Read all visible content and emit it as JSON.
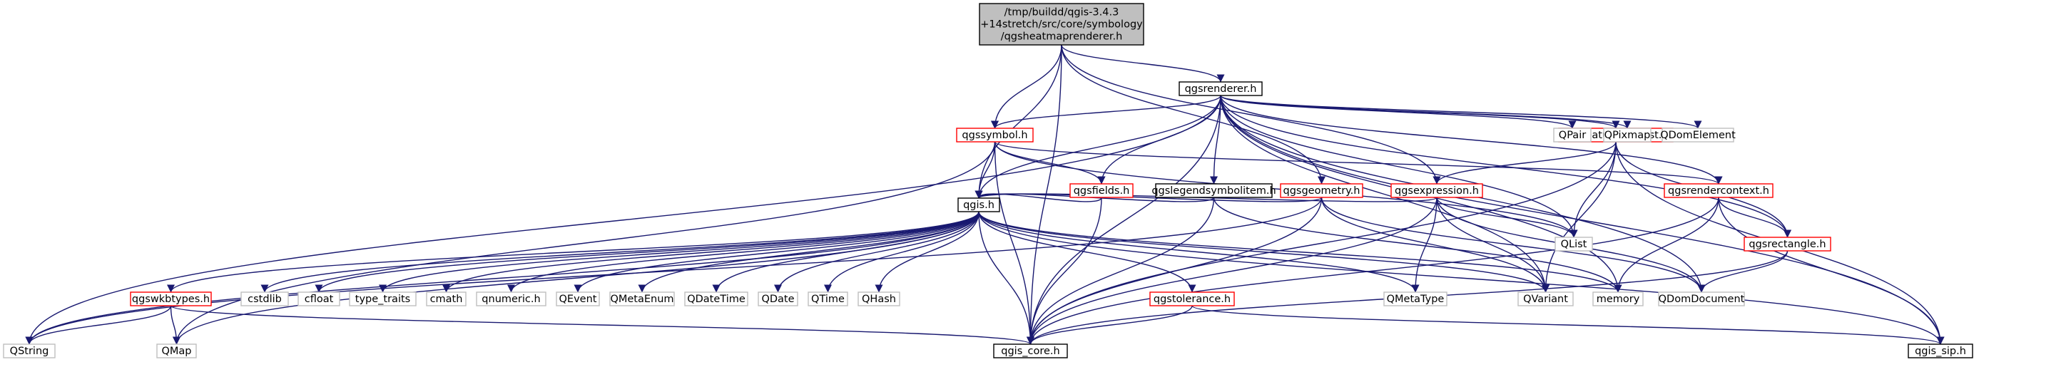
{
  "diagram": {
    "title": "Include dependency graph for qgsheatmaprenderer.h",
    "edge_color": "#191970",
    "nodes": [
      {
        "id": "root",
        "lines": [
          "/tmp/buildd/qgis-3.4.3",
          "+14stretch/src/core/symbology",
          "/qgsheatmaprenderer.h"
        ],
        "style": "focus"
      },
      {
        "id": "qgsrenderer_h",
        "lines": [
          "qgsrenderer.h"
        ],
        "style": "normal"
      },
      {
        "id": "qgssymbol_h",
        "lines": [
          "qgssymbol.h"
        ],
        "style": "red"
      },
      {
        "id": "qgsfeaturerequest_h",
        "lines": [
          "qgsfeaturerequest.h"
        ],
        "style": "red"
      },
      {
        "id": "QPair",
        "lines": [
          "QPair"
        ],
        "style": "gray"
      },
      {
        "id": "QPixmap",
        "lines": [
          "QPixmap"
        ],
        "style": "gray"
      },
      {
        "id": "QDomElement",
        "lines": [
          "QDomElement"
        ],
        "style": "gray"
      },
      {
        "id": "qgsfields_h",
        "lines": [
          "qgsfields.h"
        ],
        "style": "red"
      },
      {
        "id": "qgslegendsymbolitem_h",
        "lines": [
          "qgslegendsymbolitem.h"
        ],
        "style": "normal"
      },
      {
        "id": "qgsgeometry_h",
        "lines": [
          "qgsgeometry.h"
        ],
        "style": "red"
      },
      {
        "id": "qgsexpression_h",
        "lines": [
          "qgsexpression.h"
        ],
        "style": "red"
      },
      {
        "id": "qgsrendercontext_h",
        "lines": [
          "qgsrendercontext.h"
        ],
        "style": "red"
      },
      {
        "id": "qgis_h",
        "lines": [
          "qgis.h"
        ],
        "style": "normal"
      },
      {
        "id": "QList",
        "lines": [
          "QList"
        ],
        "style": "gray"
      },
      {
        "id": "qgsrectangle_h",
        "lines": [
          "qgsrectangle.h"
        ],
        "style": "red"
      },
      {
        "id": "qgswkbtypes_h",
        "lines": [
          "qgswkbtypes.h"
        ],
        "style": "red"
      },
      {
        "id": "cstdlib",
        "lines": [
          "cstdlib"
        ],
        "style": "gray"
      },
      {
        "id": "cfloat",
        "lines": [
          "cfloat"
        ],
        "style": "gray"
      },
      {
        "id": "type_traits",
        "lines": [
          "type_traits"
        ],
        "style": "gray"
      },
      {
        "id": "cmath",
        "lines": [
          "cmath"
        ],
        "style": "gray"
      },
      {
        "id": "qnumeric_h",
        "lines": [
          "qnumeric.h"
        ],
        "style": "gray"
      },
      {
        "id": "QEvent",
        "lines": [
          "QEvent"
        ],
        "style": "gray"
      },
      {
        "id": "QMetaEnum",
        "lines": [
          "QMetaEnum"
        ],
        "style": "gray"
      },
      {
        "id": "QDateTime",
        "lines": [
          "QDateTime"
        ],
        "style": "gray"
      },
      {
        "id": "QDate",
        "lines": [
          "QDate"
        ],
        "style": "gray"
      },
      {
        "id": "QTime",
        "lines": [
          "QTime"
        ],
        "style": "gray"
      },
      {
        "id": "QHash",
        "lines": [
          "QHash"
        ],
        "style": "gray"
      },
      {
        "id": "qgstolerance_h",
        "lines": [
          "qgstolerance.h"
        ],
        "style": "red"
      },
      {
        "id": "QMetaType",
        "lines": [
          "QMetaType"
        ],
        "style": "gray"
      },
      {
        "id": "QVariant",
        "lines": [
          "QVariant"
        ],
        "style": "gray"
      },
      {
        "id": "memory",
        "lines": [
          "memory"
        ],
        "style": "gray"
      },
      {
        "id": "QDomDocument",
        "lines": [
          "QDomDocument"
        ],
        "style": "gray"
      },
      {
        "id": "QString",
        "lines": [
          "QString"
        ],
        "style": "gray"
      },
      {
        "id": "QMap",
        "lines": [
          "QMap"
        ],
        "style": "gray"
      },
      {
        "id": "qgis_core_h",
        "lines": [
          "qgis_core.h"
        ],
        "style": "normal"
      },
      {
        "id": "qgis_sip_h",
        "lines": [
          "qgis_sip.h"
        ],
        "style": "normal"
      }
    ],
    "edges": [
      [
        "root",
        "qgsrenderer_h"
      ],
      [
        "root",
        "qgssymbol_h"
      ],
      [
        "root",
        "qgis_h"
      ],
      [
        "root",
        "qgsgeometry_h"
      ],
      [
        "root",
        "qgsexpression_h"
      ],
      [
        "root",
        "qgis_core_h"
      ],
      [
        "qgsrenderer_h",
        "qgssymbol_h"
      ],
      [
        "qgsrenderer_h",
        "qgsfeaturerequest_h"
      ],
      [
        "qgsrenderer_h",
        "QPair"
      ],
      [
        "qgsrenderer_h",
        "QPixmap"
      ],
      [
        "qgsrenderer_h",
        "QDomElement"
      ],
      [
        "qgsrenderer_h",
        "qgsfields_h"
      ],
      [
        "qgsrenderer_h",
        "qgslegendsymbolitem_h"
      ],
      [
        "qgsrenderer_h",
        "qgsrendercontext_h"
      ],
      [
        "qgsrenderer_h",
        "qgis_h"
      ],
      [
        "qgsrenderer_h",
        "QList"
      ],
      [
        "qgsrenderer_h",
        "QString"
      ],
      [
        "qgsrenderer_h",
        "QVariant"
      ],
      [
        "qgsrenderer_h",
        "QDomDocument"
      ],
      [
        "qgsrenderer_h",
        "qgsrectangle_h"
      ],
      [
        "qgsrenderer_h",
        "qgis_core_h"
      ],
      [
        "qgsrenderer_h",
        "qgis_sip_h"
      ],
      [
        "qgsrenderer_h",
        "memory"
      ],
      [
        "qgssymbol_h",
        "qgsfields_h"
      ],
      [
        "qgssymbol_h",
        "qgis_h"
      ],
      [
        "qgssymbol_h",
        "QMap"
      ],
      [
        "qgssymbol_h",
        "qgsrendercontext_h"
      ],
      [
        "qgssymbol_h",
        "QList"
      ],
      [
        "qgssymbol_h",
        "qgis_core_h"
      ],
      [
        "qgsfeaturerequest_h",
        "qgsexpression_h"
      ],
      [
        "qgsfeaturerequest_h",
        "qgsrectangle_h"
      ],
      [
        "qgsfeaturerequest_h",
        "QList"
      ],
      [
        "qgsfeaturerequest_h",
        "qgis_core_h"
      ],
      [
        "qgsfeaturerequest_h",
        "qgis_sip_h"
      ],
      [
        "qgsfeaturerequest_h",
        "QVariant"
      ],
      [
        "qgsfields_h",
        "qgis_h"
      ],
      [
        "qgsfields_h",
        "qgis_core_h"
      ],
      [
        "qgslegendsymbolitem_h",
        "qgis_h"
      ],
      [
        "qgslegendsymbolitem_h",
        "qgis_core_h"
      ],
      [
        "qgslegendsymbolitem_h",
        "memory"
      ],
      [
        "qgsgeometry_h",
        "qgis_h"
      ],
      [
        "qgsgeometry_h",
        "QString"
      ],
      [
        "qgsgeometry_h",
        "qgis_core_h"
      ],
      [
        "qgsgeometry_h",
        "QDomDocument"
      ],
      [
        "qgsgeometry_h",
        "QVariant"
      ],
      [
        "qgsexpression_h",
        "qgis_h"
      ],
      [
        "qgsexpression_h",
        "QList"
      ],
      [
        "qgsexpression_h",
        "QMetaType"
      ],
      [
        "qgsexpression_h",
        "QVariant"
      ],
      [
        "qgsexpression_h",
        "QDomDocument"
      ],
      [
        "qgsexpression_h",
        "qgis_core_h"
      ],
      [
        "qgsrendercontext_h",
        "qgsrectangle_h"
      ],
      [
        "qgsrendercontext_h",
        "memory"
      ],
      [
        "qgsrendercontext_h",
        "qgis_core_h"
      ],
      [
        "qgsrendercontext_h",
        "qgis_sip_h"
      ],
      [
        "qgsrectangle_h",
        "QDomDocument"
      ],
      [
        "qgsrectangle_h",
        "qgis_core_h"
      ],
      [
        "qgis_h",
        "qgswkbtypes_h"
      ],
      [
        "qgis_h",
        "cstdlib"
      ],
      [
        "qgis_h",
        "cfloat"
      ],
      [
        "qgis_h",
        "type_traits"
      ],
      [
        "qgis_h",
        "cmath"
      ],
      [
        "qgis_h",
        "qnumeric_h"
      ],
      [
        "qgis_h",
        "QEvent"
      ],
      [
        "qgis_h",
        "QMetaEnum"
      ],
      [
        "qgis_h",
        "QDateTime"
      ],
      [
        "qgis_h",
        "QDate"
      ],
      [
        "qgis_h",
        "QTime"
      ],
      [
        "qgis_h",
        "QHash"
      ],
      [
        "qgis_h",
        "qgstolerance_h"
      ],
      [
        "qgis_h",
        "QMetaType"
      ],
      [
        "qgis_h",
        "QVariant"
      ],
      [
        "qgis_h",
        "memory"
      ],
      [
        "qgis_h",
        "QString"
      ],
      [
        "qgis_h",
        "QMap"
      ],
      [
        "qgis_h",
        "qgis_core_h"
      ],
      [
        "qgis_h",
        "qgis_sip_h"
      ],
      [
        "qgswkbtypes_h",
        "QString"
      ],
      [
        "qgswkbtypes_h",
        "QMap"
      ],
      [
        "qgswkbtypes_h",
        "qgis_core_h"
      ],
      [
        "qgstolerance_h",
        "qgis_core_h"
      ],
      [
        "qgstolerance_h",
        "qgis_sip_h"
      ]
    ]
  }
}
